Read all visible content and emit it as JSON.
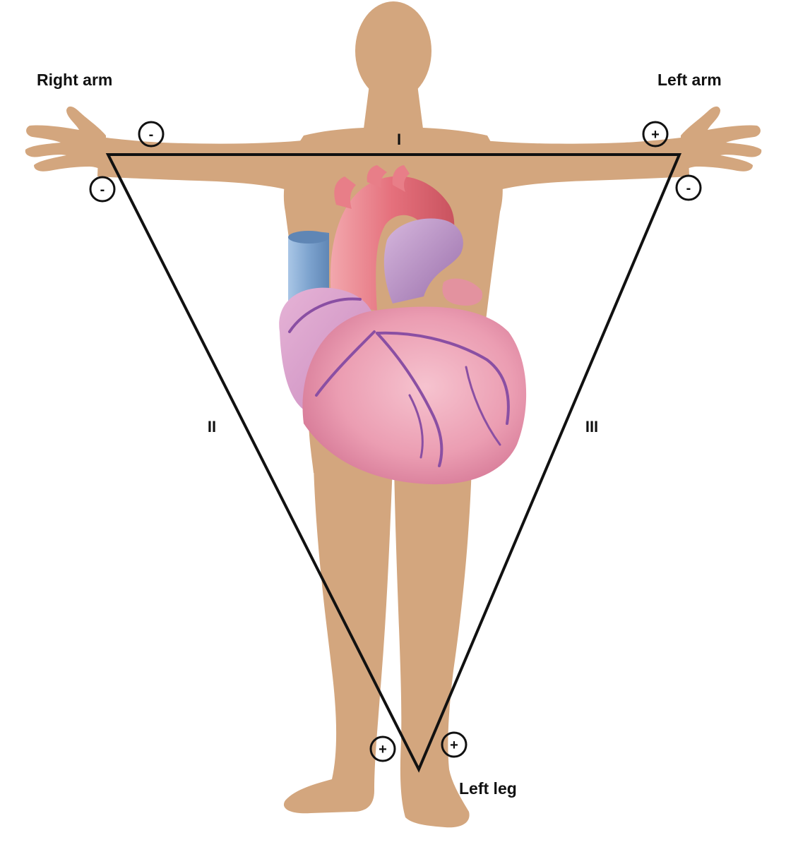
{
  "labels": {
    "right_arm": "Right arm",
    "left_arm": "Left arm",
    "left_leg": "Left leg"
  },
  "leads": {
    "lead_1": "I",
    "lead_2": "II",
    "lead_3": "III"
  },
  "electrodes": {
    "right_arm_lead_1": "-",
    "right_arm_lead_2": "-",
    "left_arm_lead_1": "+",
    "left_arm_lead_3": "-",
    "left_leg_lead_2": "+",
    "left_leg_lead_3": "+"
  },
  "colors": {
    "skin": "#d3a67e",
    "triangle": "#111111",
    "heart": "#e996ad",
    "aorta": "#e46f7a",
    "vena_cava": "#7ea4cf",
    "pulmonary_artery": "#b58fc0",
    "vessels": "#8a4fa3"
  }
}
